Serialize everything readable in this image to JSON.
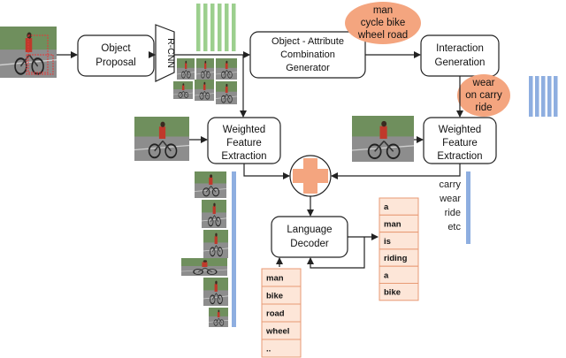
{
  "boxes": {
    "object_proposal": [
      "Object",
      "Proposal"
    ],
    "rcnn": "R-CNN",
    "generator": [
      "Object - Attribute",
      "Combination",
      "Generator"
    ],
    "interaction": [
      "Interaction",
      "Generation"
    ],
    "weighted_left": [
      "Weighted",
      "Feature",
      "Extraction"
    ],
    "weighted_right": [
      "Weighted",
      "Feature",
      "Extraction"
    ],
    "decoder": [
      "Language",
      "Decoder"
    ]
  },
  "bubbles": {
    "objects": [
      "man",
      "cycle bike",
      "wheel  road"
    ],
    "interactions": [
      "wear",
      "on  carry",
      "ride"
    ]
  },
  "interaction_list": [
    "carry",
    "wear",
    "ride",
    "etc"
  ],
  "input_tokens": [
    "man",
    "bike",
    "road",
    "wheel",
    ".."
  ],
  "output_tokens": [
    "a",
    "man",
    "is",
    "riding",
    "a",
    "bike"
  ],
  "colors": {
    "box_stroke": "#222222",
    "arrow": "#222222",
    "bubble_fill": "#f4a57f",
    "plus_fill": "#f4a57f",
    "token_fill": "#fde6d8",
    "token_stroke": "#e89a74",
    "green_bar": "#9ccf8e",
    "blue_bar": "#8eaee0",
    "photo_sky": "#5a7b4a",
    "photo_road": "#8a8a8a"
  }
}
